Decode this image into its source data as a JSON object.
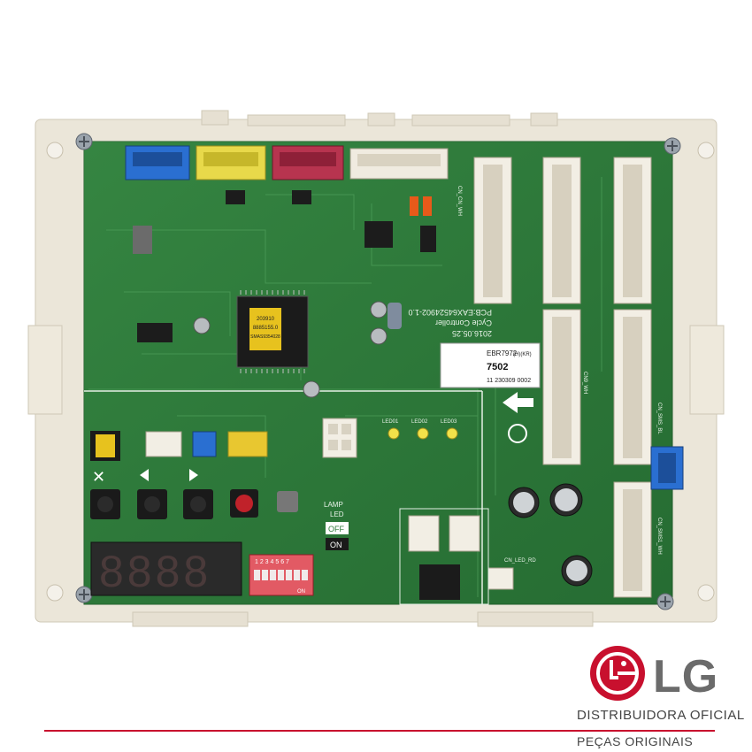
{
  "board": {
    "label_pcb_line1": "PCB:EAX64524902-1.0",
    "label_pcb_line2": "Cycle Controller",
    "label_pcb_date": "2016.05.25",
    "sticker_model": "EBR7972",
    "sticker_model_suffix": "(H)(KR)",
    "sticker_code": "7502",
    "sticker_serial": "11 230309 0002",
    "chip_line1": "203910",
    "chip_line2": "8885155.0",
    "chip_line3": "SMAS9354028",
    "seg_display_value": "8888",
    "dip_numbers": "1 2 3 4 5 6 7",
    "dip_on_label": "ON",
    "off_label": "OFF",
    "on_label": "ON",
    "lamp_label": "LAMP",
    "led_label": "LED",
    "connector_labels": [
      "CN_CN_WH",
      "CN9_WH",
      "CN_SMS_BL",
      "CN_SMS1_WH",
      "CN_LED_RD"
    ],
    "led_labels": [
      "LED01",
      "LED02",
      "LED03"
    ]
  },
  "brand": {
    "logo_text": "LG",
    "tagline1": "DISTRIBUIDORA OFICIAL",
    "tagline2": "PEÇAS ORIGINAIS",
    "accent_color": "#c8102e"
  }
}
